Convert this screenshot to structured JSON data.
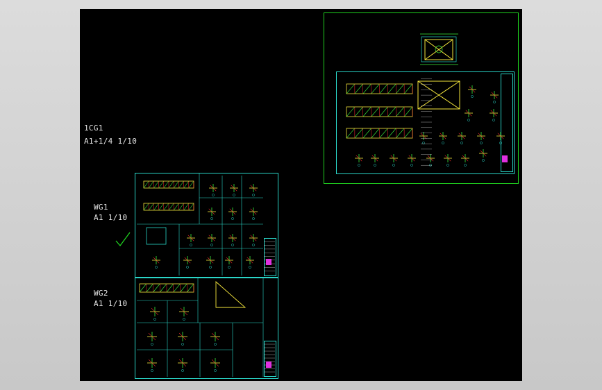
{
  "drawing": {
    "labels": {
      "sheet_1cg1_name": "1CG1",
      "sheet_1cg1_scale": "A1+1/4  1/10",
      "sheet_wg1_name": "WG1",
      "sheet_wg1_scale": "A1  1/10",
      "sheet_wg2_name": "WG2",
      "sheet_wg2_scale": "A1  1/10"
    },
    "colors": {
      "background": "#000000",
      "sheet_border": "#2ad6c8",
      "outer_frame": "#1fd21f",
      "member_red": "#ff3030",
      "member_yellow": "#f5e63c",
      "member_green": "#3cf03c",
      "check_mark": "#1fd21f"
    },
    "icons": [
      "check-mark-icon"
    ]
  }
}
